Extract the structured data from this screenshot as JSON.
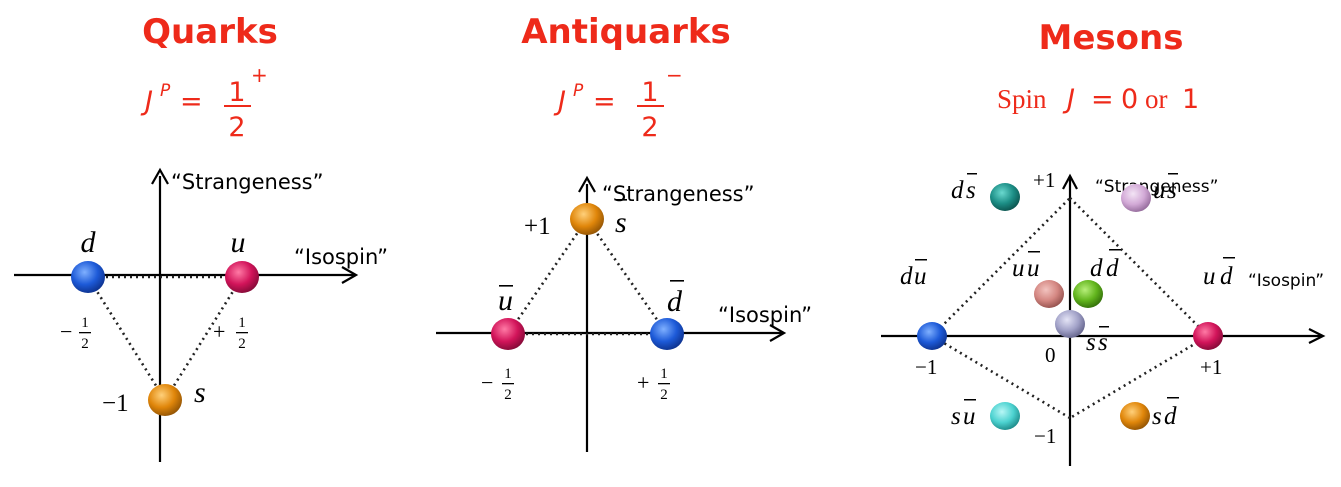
{
  "colors": {
    "title": "#ee2a1a",
    "axis": "#000000",
    "blue": "#1d5ad8",
    "crimson": "#d2145a",
    "orange": "#e0860a",
    "teal": "#1c8e86",
    "lilac": "#d2a9d6",
    "rose": "#d48782",
    "green": "#62b51d",
    "silver": "#a2a2c8",
    "cyan": "#4cd2d0"
  },
  "panels": {
    "quarks": {
      "title": "Quarks",
      "jp_lhs": "J",
      "jp_sup": "P",
      "jp_eq": "=",
      "jp_num": "1",
      "jp_den": "2",
      "jp_parity": "+",
      "axis_y_label": "“Strangeness”",
      "axis_x_label": "“Isospin”",
      "particles": [
        {
          "symbol": "d",
          "color": "blue"
        },
        {
          "symbol": "u",
          "color": "crimson"
        },
        {
          "symbol": "s",
          "color": "orange"
        }
      ],
      "tick_left_sign": "−",
      "tick_right_sign": "+",
      "tick_num": "1",
      "tick_den": "2",
      "tick_y": "−1"
    },
    "antiquarks": {
      "title": "Antiquarks",
      "jp_lhs": "J",
      "jp_sup": "P",
      "jp_eq": "=",
      "jp_num": "1",
      "jp_den": "2",
      "jp_parity": "−",
      "axis_y_label": "“Strangeness”",
      "axis_x_label": "“Isospin”",
      "particles": [
        {
          "symbol": "s",
          "bar": true,
          "color": "orange"
        },
        {
          "symbol": "u",
          "bar": true,
          "color": "crimson"
        },
        {
          "symbol": "d",
          "bar": true,
          "color": "blue"
        }
      ],
      "tick_left_sign": "−",
      "tick_right_sign": "+",
      "tick_num": "1",
      "tick_den": "2",
      "tick_y": "+1"
    },
    "mesons": {
      "title": "Mesons",
      "spin_word": "Spin",
      "spin_j": "J",
      "spin_eq": "=",
      "spin_v0": "0",
      "spin_or": "or",
      "spin_v1": "1",
      "axis_y_label": "“Strangeness”",
      "axis_x_label": "“Isospin”",
      "particles": [
        {
          "q": "d",
          "aq": "s",
          "color": "teal"
        },
        {
          "q": "u",
          "aq": "s",
          "color": "lilac"
        },
        {
          "q": "d",
          "aq": "u",
          "color": "blue"
        },
        {
          "q": "u",
          "aq": "d",
          "color": "crimson"
        },
        {
          "q": "u",
          "aq": "u",
          "color": "rose"
        },
        {
          "q": "d",
          "aq": "d",
          "color": "green"
        },
        {
          "q": "s",
          "aq": "s",
          "color": "silver"
        },
        {
          "q": "s",
          "aq": "u",
          "color": "cyan"
        },
        {
          "q": "s",
          "aq": "d",
          "color": "orange"
        }
      ],
      "tick_top": "+1",
      "tick_bottom": "−1",
      "tick_left": "−1",
      "tick_right": "+1",
      "tick_zero": "0"
    }
  }
}
